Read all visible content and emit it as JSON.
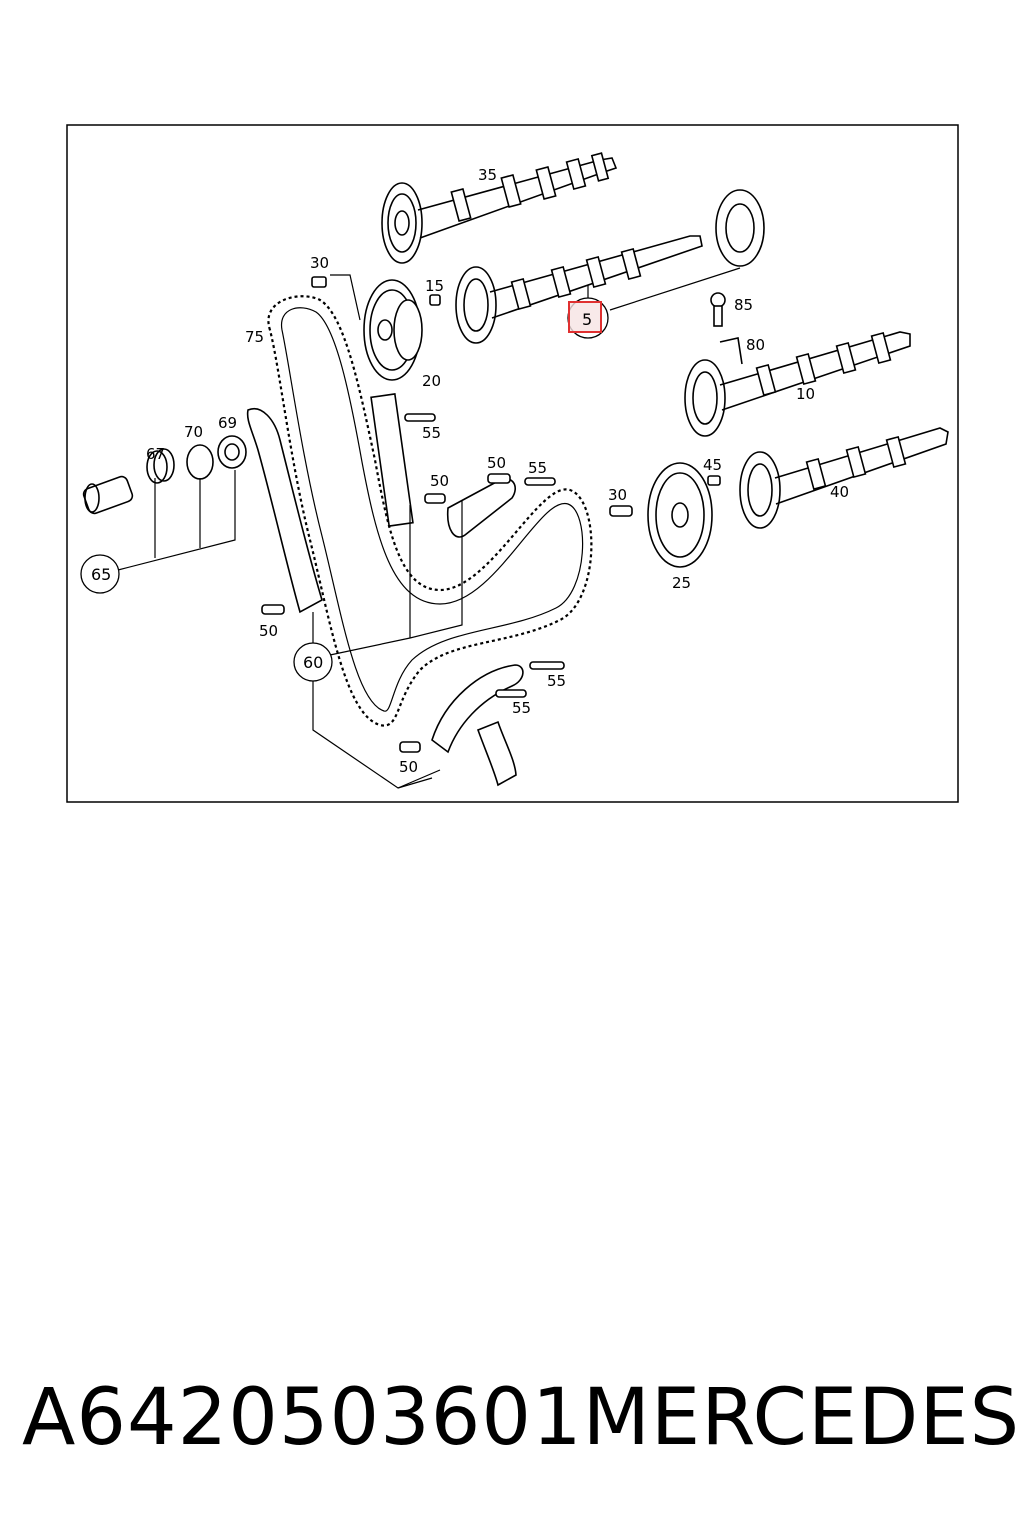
{
  "diagram": {
    "callouts": [
      "35",
      "30",
      "15",
      "75",
      "5",
      "85",
      "80",
      "20",
      "10",
      "55",
      "69",
      "70",
      "67",
      "50",
      "50",
      "55",
      "30",
      "45",
      "40",
      "65",
      "25",
      "50",
      "60",
      "55",
      "55",
      "50"
    ],
    "circled": [
      "5",
      "65",
      "60"
    ],
    "highlight": "5",
    "highlight_color": "#e03030"
  },
  "caption": {
    "part_number": "A6420503601",
    "brand": "MERCEDES"
  }
}
